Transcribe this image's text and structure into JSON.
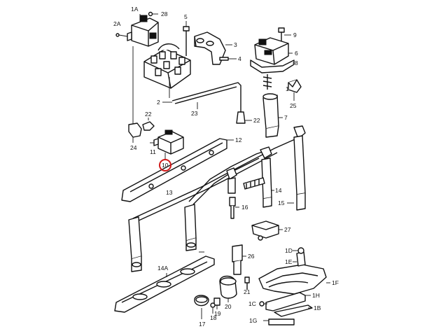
{
  "diagram": {
    "callouts": [
      {
        "id": "1A",
        "label": "1A"
      },
      {
        "id": "28",
        "label": "28"
      },
      {
        "id": "2A",
        "label": "2A"
      },
      {
        "id": "5",
        "label": "5"
      },
      {
        "id": "3",
        "label": "3"
      },
      {
        "id": "4",
        "label": "4"
      },
      {
        "id": "9",
        "label": "9"
      },
      {
        "id": "6",
        "label": "6"
      },
      {
        "id": "8",
        "label": "8"
      },
      {
        "id": "1",
        "label": "1"
      },
      {
        "id": "25",
        "label": "25"
      },
      {
        "id": "2",
        "label": "2"
      },
      {
        "id": "23",
        "label": "23"
      },
      {
        "id": "22a",
        "label": "22"
      },
      {
        "id": "22b",
        "label": "22"
      },
      {
        "id": "7",
        "label": "7"
      },
      {
        "id": "24",
        "label": "24"
      },
      {
        "id": "11",
        "label": "11"
      },
      {
        "id": "10",
        "label": "10"
      },
      {
        "id": "12",
        "label": "12"
      },
      {
        "id": "13",
        "label": "13"
      },
      {
        "id": "14",
        "label": "14"
      },
      {
        "id": "15",
        "label": "15"
      },
      {
        "id": "16",
        "label": "16"
      },
      {
        "id": "27",
        "label": "27"
      },
      {
        "id": "1D",
        "label": "1D"
      },
      {
        "id": "1E",
        "label": "1E"
      },
      {
        "id": "26",
        "label": "26"
      },
      {
        "id": "14A",
        "label": "14A"
      },
      {
        "id": "21",
        "label": "21"
      },
      {
        "id": "20",
        "label": "20"
      },
      {
        "id": "19",
        "label": "19"
      },
      {
        "id": "18",
        "label": "18"
      },
      {
        "id": "17",
        "label": "17"
      },
      {
        "id": "1F",
        "label": "1F"
      },
      {
        "id": "1H",
        "label": "1H"
      },
      {
        "id": "1C",
        "label": "1C"
      },
      {
        "id": "1B",
        "label": "1B"
      },
      {
        "id": "1G",
        "label": "1G"
      }
    ],
    "highlighted_callout": "10",
    "highlight_color": "#d01818"
  }
}
